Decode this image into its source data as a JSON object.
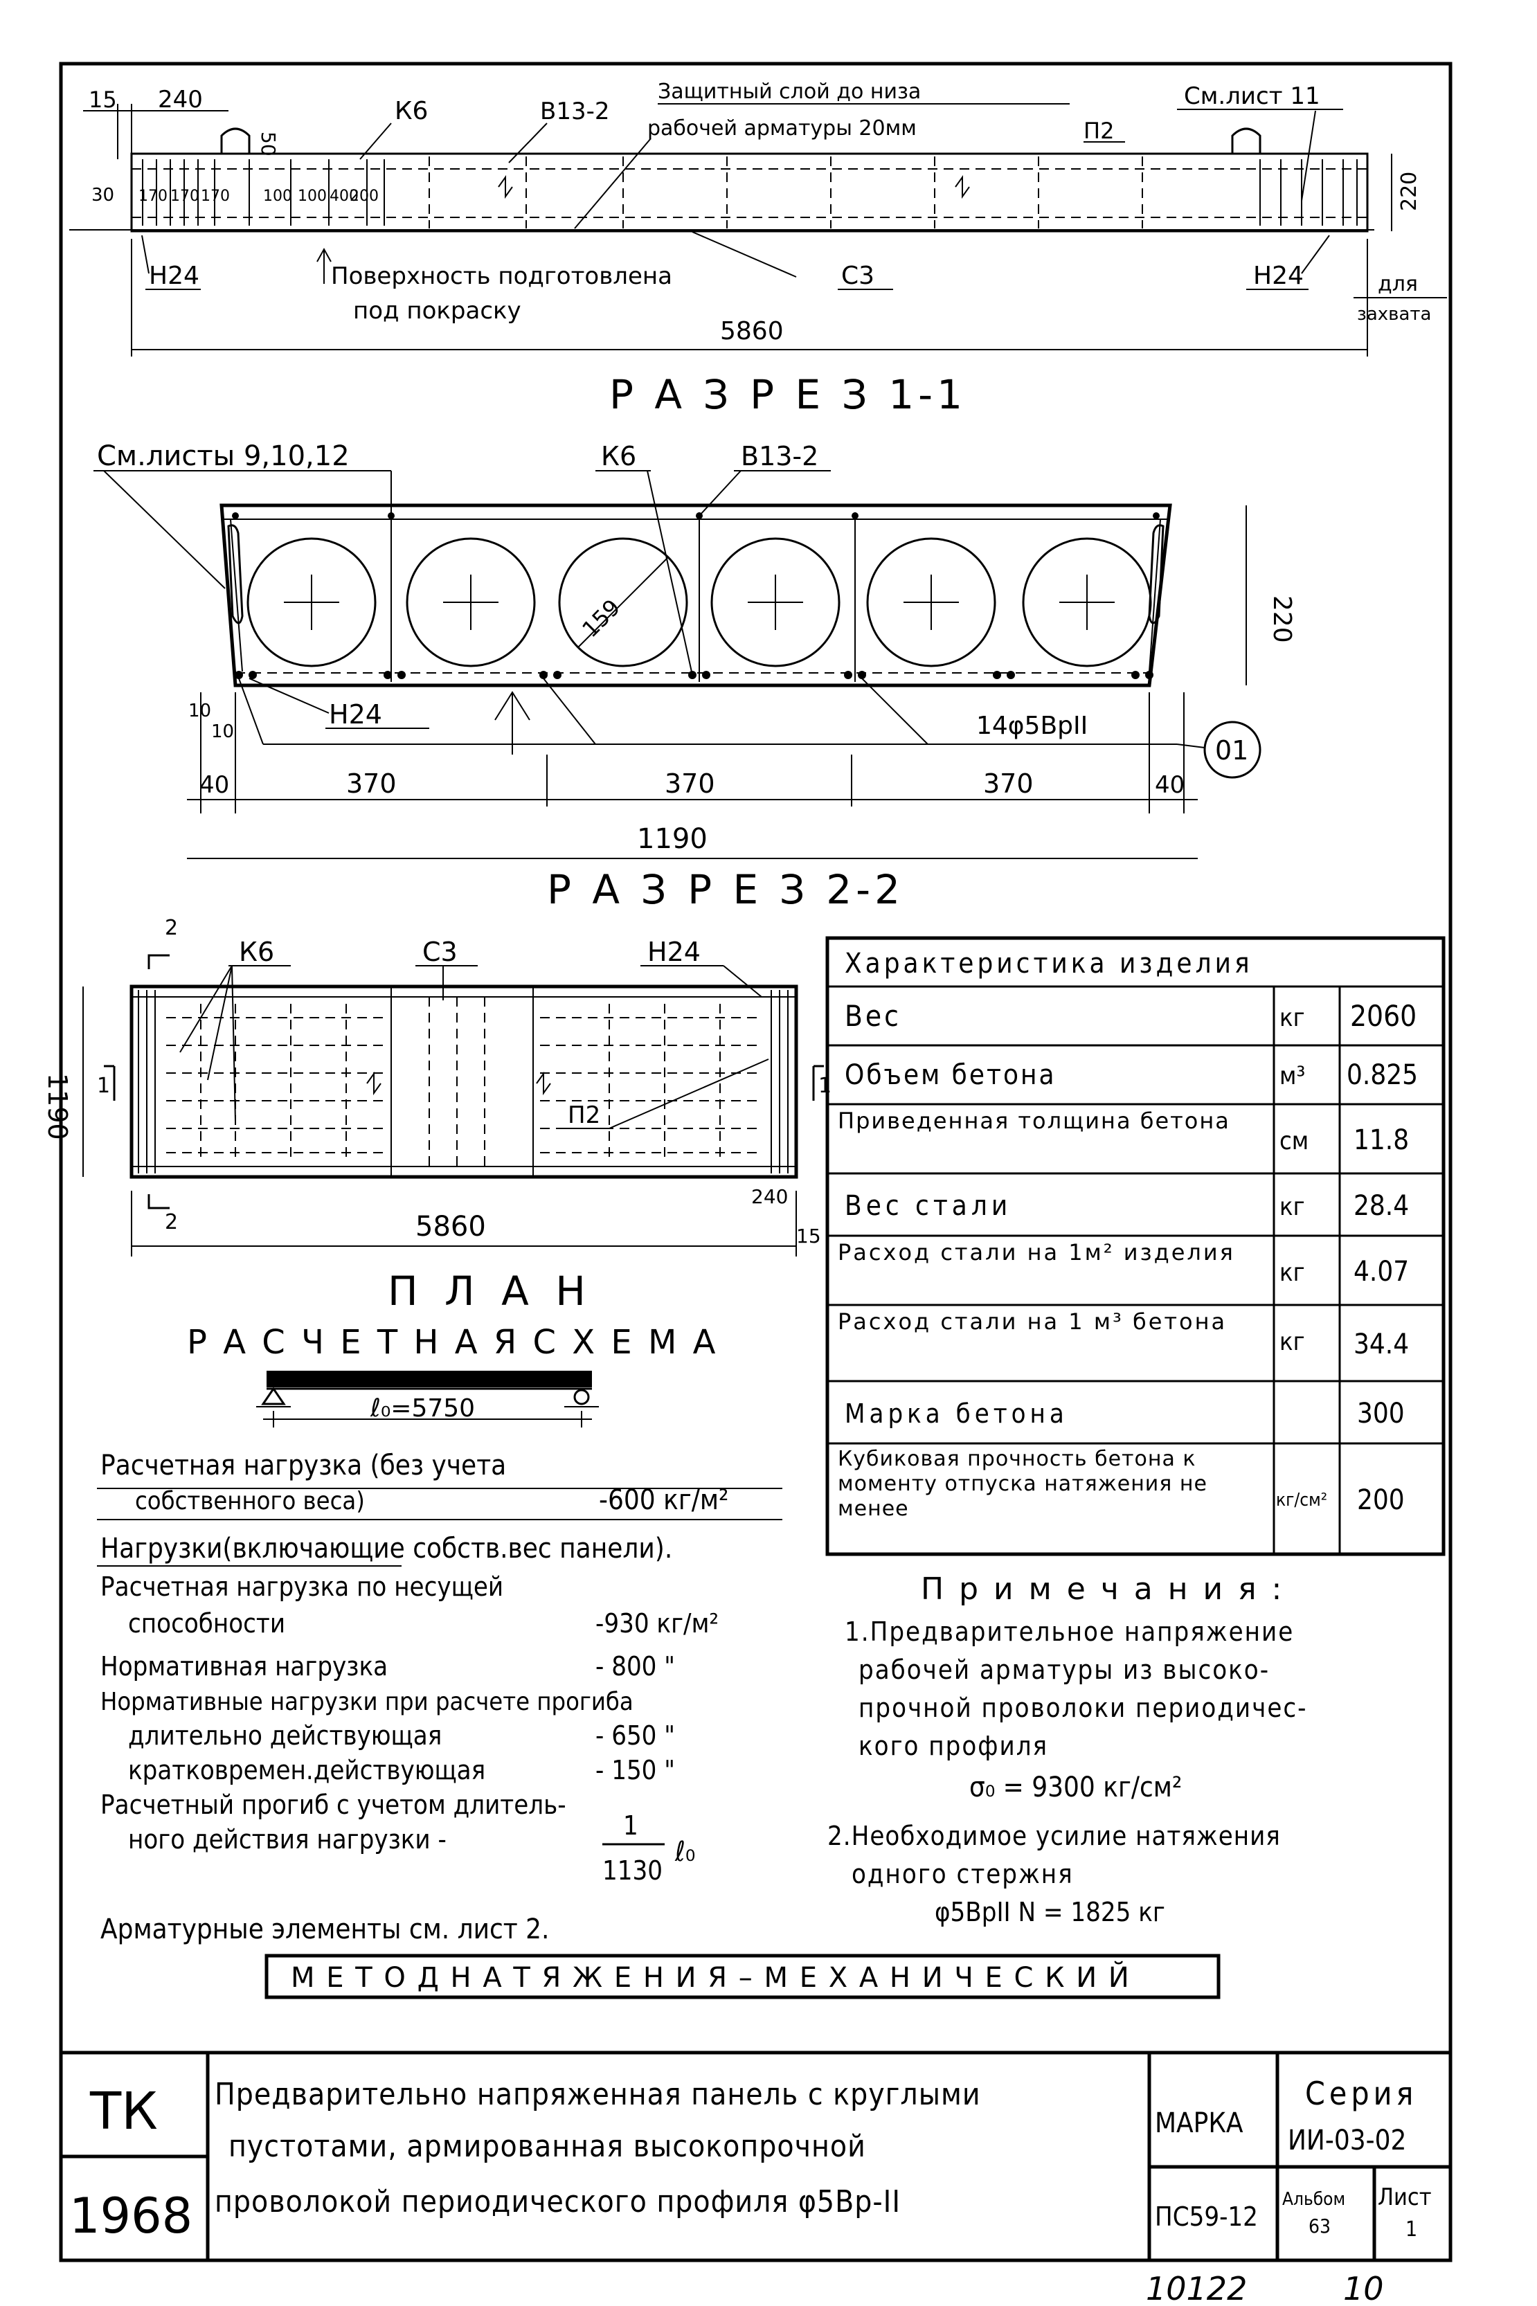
{
  "section_1_1": {
    "title": "Р А З Р Е З  1-1",
    "dims": {
      "d15": "15",
      "d240": "240",
      "d50": "50",
      "d30": "30",
      "d220": "220",
      "d5860": "5860",
      "spacing": [
        "170",
        "170",
        "170",
        "100",
        "100",
        "400",
        "200"
      ]
    },
    "labels": {
      "k6": "К6",
      "v13": "В13-2",
      "p2": "П2",
      "n24_left": "Н24",
      "n24_right": "Н24",
      "c3": "С3",
      "protective": "Защитный слой до низа",
      "protective2": "рабочей арматуры 20мм",
      "see_sheet": "См.лист 11",
      "surface": "Поверхность подготовлена",
      "surface2": "под покраску",
      "grip": "для",
      "grip2": "захвата"
    }
  },
  "section_2_2": {
    "title": "Р А З Р Е З  2-2",
    "see_sheets": "См.листы 9,10,12",
    "k6": "К6",
    "v13": "В13-2",
    "n24": "Н24",
    "d159": "159",
    "d220": "220",
    "d10": "10",
    "d10b": "10",
    "d40a": "40",
    "d370a": "370",
    "d370b": "370",
    "d370c": "370",
    "d40b": "40",
    "d1190": "1190",
    "wire": "14φ5ВрII",
    "node": "01"
  },
  "plan": {
    "title": "П Л А Н",
    "k6": "К6",
    "c3": "С3",
    "n24": "Н24",
    "p2": "П2",
    "mark2_top": "2",
    "mark2_bottom": "2",
    "mark1_left": "1",
    "mark1_right": "1",
    "d1190": "1190",
    "d5860": "5860",
    "d240": "240",
    "d15": "15"
  },
  "calc_scheme": {
    "title": "Р А С Ч Е Т Н А Я   С Х Е М А",
    "span": "ℓ₀=5750"
  },
  "loads": {
    "line1": "Расчетная нагрузка (без учета",
    "line2": "собственного веса)",
    "line2_val": "-600  кг/м²",
    "line3": "Нагрузки(включающие собств.вес панели).",
    "line4": "Расчетная нагрузка по несущей",
    "line5": "способности",
    "line5_val": "-930  кг/м²",
    "line6": "Нормативная нагрузка",
    "line6_val": "- 800   \"",
    "line7": "Нормативные нагрузки при расчете прогиба",
    "line8": "длительно действующая",
    "line8_val": "- 650   \"",
    "line9": "кратковремен.действующая",
    "line9_val": "- 150   \"",
    "line10": "Расчетный прогиб с учетом длитель-",
    "line11": "ного действия нагрузки -",
    "frac_num": "1",
    "frac_den": "1130",
    "frac_tail": "ℓ₀",
    "armature": "Арматурные элементы см. лист 2."
  },
  "props": {
    "title": "Характеристика изделия",
    "rows": [
      {
        "name": "Вес",
        "unit": "кг",
        "value": "2060"
      },
      {
        "name": "Объем бетона",
        "unit": "м³",
        "value": "0.825"
      },
      {
        "name": "Приведенная толщина бетона",
        "unit": "см",
        "value": "11.8"
      },
      {
        "name": "Вес стали",
        "unit": "кг",
        "value": "28.4"
      },
      {
        "name": "Расход стали на 1м² изделия",
        "unit": "кг",
        "value": "4.07"
      },
      {
        "name": "Расход стали на 1 м³ бетона",
        "unit": "кг",
        "value": "34.4"
      },
      {
        "name": "Марка бетона",
        "unit": "",
        "value": "300"
      },
      {
        "name": "Кубиковая прочность бетона к моменту отпуска натяжения не менее",
        "unit": "кг/см²",
        "value": "200"
      }
    ]
  },
  "notes": {
    "title": "П р и м е ч а н и я :",
    "n1_a": "1.Предварительное   напряжение",
    "n1_b": "рабочей арматуры из высоко-",
    "n1_c": "прочной проволоки периодичес-",
    "n1_d": "кого профиля",
    "n1_e": "σ₀ = 9300 кг/см²",
    "n2_a": "2.Необходимое усилие натяжения",
    "n2_b": "одного стержня",
    "n2_c": "φ5ВрII        N = 1825 кг"
  },
  "method": "М Е Т О Д    Н А Т Я Ж Е Н И Я –  М Е Х А Н И Ч Е С К И Й",
  "title_block": {
    "org": "ТК",
    "year": "1968",
    "desc1": "Предварительно напряженная панель с круглыми",
    "desc2": "пустотами, армированная   высокопрочной",
    "desc3": "проволокой  периодического профиля φ5Вр-II",
    "marka_label": "МАРКА",
    "marka_value": "ПС59-12",
    "series_label": "Серия",
    "series_value": "ИИ-03-02",
    "album_label": "Альбом",
    "album_value": "63",
    "sheet_label": "Лист",
    "sheet_value": "1"
  },
  "footer": {
    "left": "10122",
    "right": "10"
  }
}
